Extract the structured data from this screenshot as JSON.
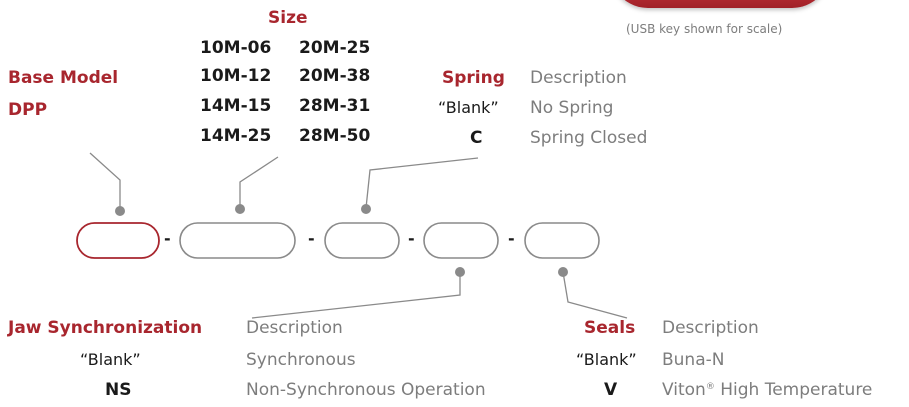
{
  "scale_note": "(USB key shown for scale)",
  "size": {
    "title": "Size",
    "codes": [
      [
        "10M-06",
        "20M-25"
      ],
      [
        "10M-12",
        "20M-38"
      ],
      [
        "14M-15",
        "28M-31"
      ],
      [
        "14M-25",
        "28M-50"
      ]
    ]
  },
  "base_model": {
    "title": "Base Model",
    "value": "DPP"
  },
  "spring": {
    "title": "Spring",
    "desc_header": "Description",
    "rows": [
      {
        "code": "“Blank”",
        "desc": "No Spring"
      },
      {
        "code": "C",
        "desc": "Spring Closed"
      }
    ]
  },
  "separators": [
    "-",
    "-",
    "-",
    "-"
  ],
  "jaw": {
    "title": "Jaw Synchronization",
    "desc_header": "Description",
    "rows": [
      {
        "code": "“Blank”",
        "desc": "Synchronous"
      },
      {
        "code": "NS",
        "desc": "Non-Synchronous Operation"
      }
    ]
  },
  "seals": {
    "title": "Seals",
    "desc_header": "Description",
    "rows": [
      {
        "code": "“Blank”",
        "desc": "Buna-N"
      },
      {
        "code": "V",
        "desc": "Viton",
        "desc_sup": "®",
        "desc_tail": " High Temperature"
      }
    ]
  },
  "colors": {
    "accent": "#a8262e",
    "line": "#8a8a8a",
    "text_gray": "#7d7d7d"
  }
}
